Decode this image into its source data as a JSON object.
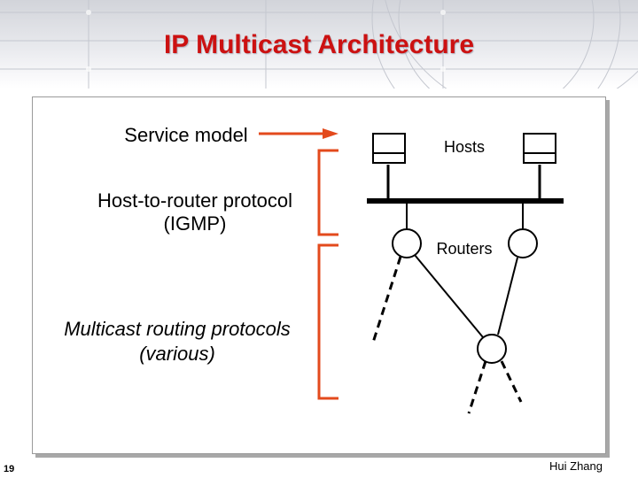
{
  "slide": {
    "title": "IP Multicast Architecture",
    "number": "19",
    "author": "Hui Zhang"
  },
  "labels": {
    "service_model": "Service model",
    "host_router_line1": "Host-to-router protocol",
    "host_router_line2": "(IGMP)",
    "routing_line1": "Multicast routing protocols",
    "routing_line2": "(various)",
    "hosts": "Hosts",
    "routers": "Routers"
  },
  "colors": {
    "title": "#cc1111",
    "arrow_and_brackets": "#e34a1c",
    "lines": "#000000"
  }
}
